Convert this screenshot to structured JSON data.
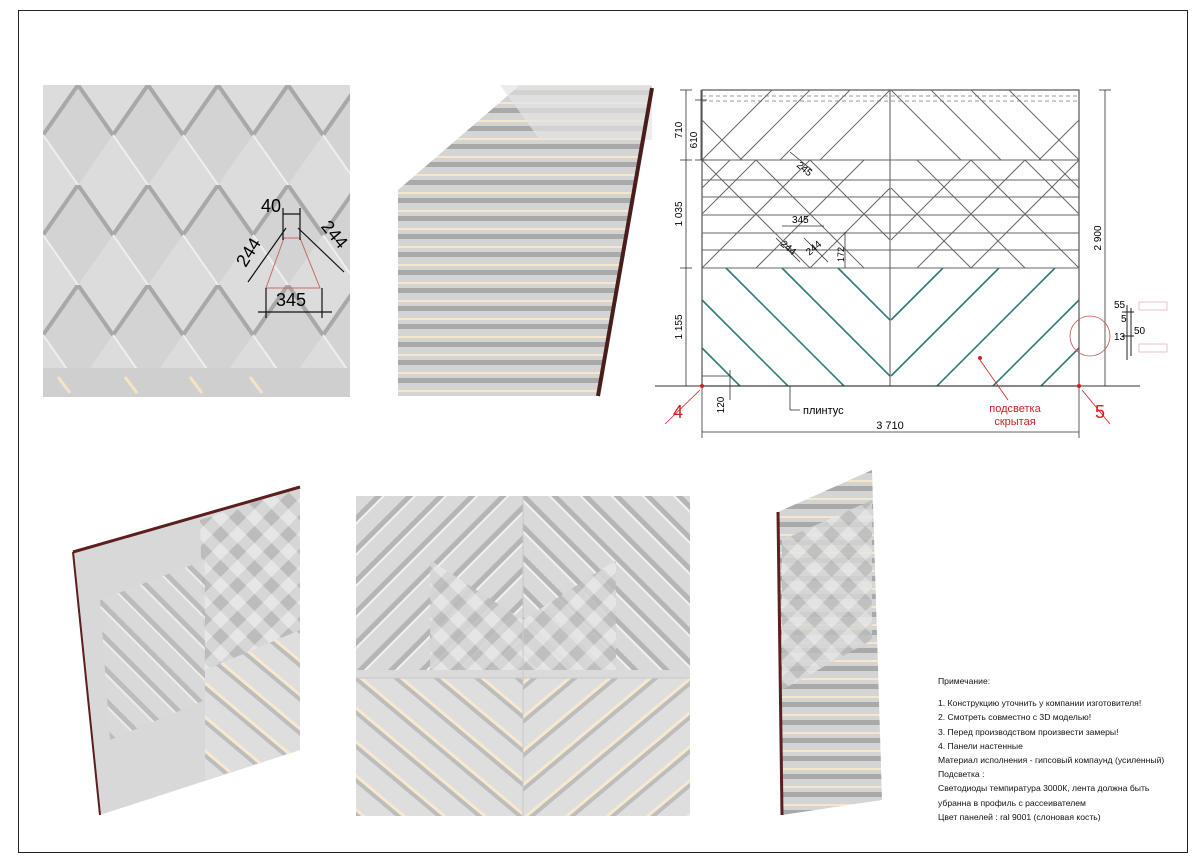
{
  "dims_closeup": {
    "top": "40",
    "left": "244",
    "right": "244",
    "bottom": "345"
  },
  "drawing": {
    "left_dims": [
      "710",
      "610",
      "1 035",
      "1 155"
    ],
    "right_dim": "2 900",
    "inner_dims": [
      "245",
      "345",
      "244",
      "244",
      "172"
    ],
    "bottom_small": "120",
    "width": "3 710",
    "plinth_label": "плинтус",
    "backlight_label_1": "подсветка",
    "backlight_label_2": "скрытая",
    "mark_left": "4",
    "mark_right": "5",
    "detail_dims": [
      "55",
      "5",
      "50",
      "13"
    ]
  },
  "notes": {
    "title": "Примечание:",
    "items": [
      "1. Конструкцию уточнить у компании изготовителя!",
      "2. Смотреть совместно с 3D моделью!",
      "3. Перед производством произвести замеры!",
      "4. Панели настенные",
      "Материал исполнения - гипсовый компаунд (усиленный)",
      "Подсветка :",
      "Светодиоды темпиратура 3000К, лента должна быть",
      "убранна в профиль с рассеивателем",
      "Цвет панелей : ral 9001 (слоновая кость)"
    ]
  }
}
